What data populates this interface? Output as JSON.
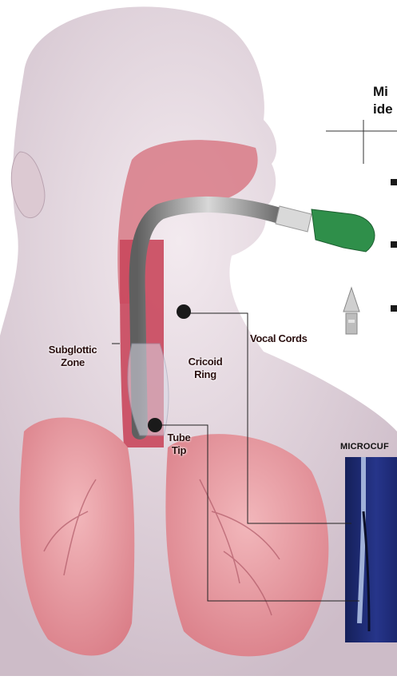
{
  "labels": {
    "subglottic_line1": "Subglottic",
    "subglottic_line2": "Zone",
    "vocal_cords": "Vocal Cords",
    "cricoid_line1": "Cricoid",
    "cricoid_line2": "Ring",
    "tube_tip_line1": "Tube",
    "tube_tip_line2": "Tip"
  },
  "sidebar": {
    "heading_line1": "Mi",
    "heading_line2": "ide",
    "bullet_count_shown": 3,
    "product_label": "MICROCUF"
  },
  "colors": {
    "skin": "#e9dde3",
    "lung": "#e79aa0",
    "airway": "#c9475c",
    "tube": "#9a9a9a",
    "connector": "#2f8f4a",
    "marker": "#1a1a1a",
    "panel": "#1f2a6b"
  }
}
